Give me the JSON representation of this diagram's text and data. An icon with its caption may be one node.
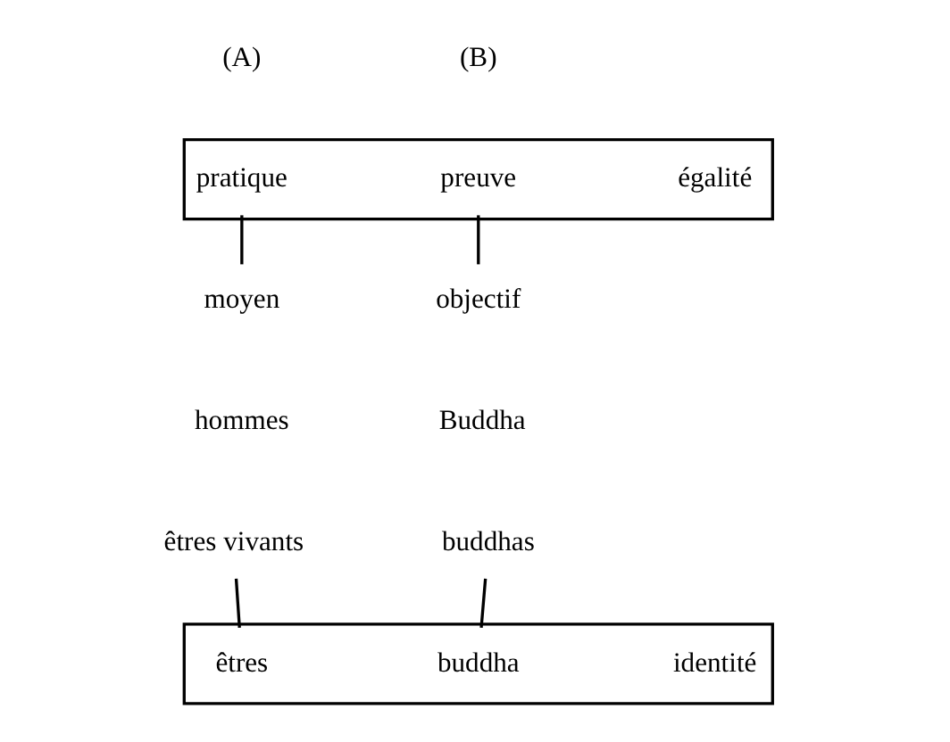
{
  "diagram": {
    "nodes": [
      {
        "text": [],
        "shape": "box"
      },
      {
        "text": [
          "pratique"
        ],
        "in": 0
      },
      {
        "text": [
          "preuve"
        ],
        "in": 0
      },
      {
        "text": [
          "égalité"
        ],
        "in": 0
      },
      {
        "text": [
          "moyen"
        ]
      },
      {
        "text": [
          "objectif"
        ]
      },
      {
        "text": [
          "hommes"
        ]
      },
      {
        "text": [
          "Buddha"
        ]
      },
      {
        "text": [
          "êtres vivants"
        ]
      },
      {
        "text": [
          "buddhas"
        ]
      },
      {
        "text": [],
        "shape": "box"
      },
      {
        "text": [
          "êtres"
        ],
        "in": 10
      },
      {
        "text": [
          "buddha"
        ],
        "in": 10
      },
      {
        "text": [
          "identité"
        ],
        "in": 10
      }
    ],
    "edges": [
      {
        "from": 1,
        "to": 4,
        "arrow": "none"
      },
      {
        "from": 2,
        "to": 5,
        "arrow": "none"
      },
      {
        "from": 8,
        "to": 11,
        "arrow": "none"
      },
      {
        "from": 9,
        "to": 12,
        "arrow": "none"
      }
    ],
    "labels": [
      "(A)",
      "(B)"
    ]
  }
}
